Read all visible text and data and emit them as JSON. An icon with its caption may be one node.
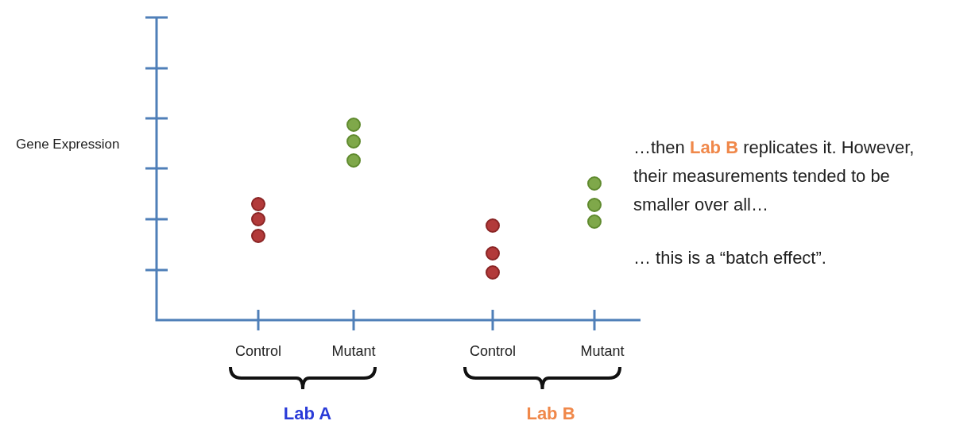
{
  "diagram": {
    "labels": [
      "Gene Expression",
      "Control",
      "Mutant",
      "Control",
      "Mutant",
      "Lab A",
      "Lab B",
      "…then **Lab B** replicates it. However, their measurements tended to be smaller over all…",
      "… this is a “batch effect”."
    ]
  }
}
